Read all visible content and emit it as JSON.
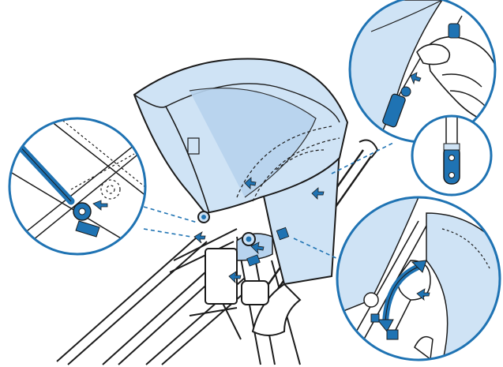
{
  "illustration": {
    "subject": "stroller-canopy-attachment",
    "palette": {
      "fabric": "#cfe3f5",
      "fabric_shade": "#b7d3ee",
      "accent": "#1f73b3",
      "line": "#1b1b1b",
      "background": "#ffffff"
    },
    "callouts": [
      {
        "name": "canopy-clip-detail-left"
      },
      {
        "name": "canopy-rail-detail-top-right"
      },
      {
        "name": "canopy-slider-detail-small"
      },
      {
        "name": "canopy-hinge-detail-bottom-right"
      }
    ]
  }
}
